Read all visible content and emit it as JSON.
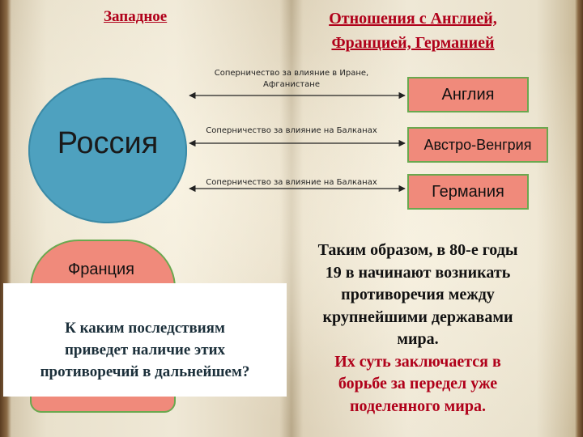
{
  "headings": {
    "left": "Западное",
    "right_line1": "Отношения с Англией,",
    "right_line2": "Францией, Германией"
  },
  "russia": {
    "label": "Россия"
  },
  "countries": [
    {
      "name": "Англия"
    },
    {
      "name": "Австро-Венгрия"
    },
    {
      "name": "Германия"
    }
  ],
  "relations": [
    {
      "line1": "Соперничество за влияние в Иране,",
      "line2": "Афганистане"
    },
    {
      "line1": "Соперничество за влияние  на Балканах"
    },
    {
      "line1": "Соперничество за влияние  на Балканах"
    }
  ],
  "france": {
    "label": "Франция"
  },
  "question": {
    "line1": "К  каким последствиям",
    "line2": "приведет наличие этих",
    "line3": "противоречий в дальнейшем?"
  },
  "conclusion": {
    "black_line1": "Таким образом, в 80-е годы",
    "black_line2": "19 в начинают возникать",
    "black_line3": "противоречия между",
    "black_line4": "крупнейшими державами",
    "black_line5": "мира.",
    "red_line1": "Их суть заключается в",
    "red_line2": "борьбе за передел уже",
    "red_line3": "поделенного мира."
  },
  "colors": {
    "heading": "#b0001a",
    "russia_fill": "#4ea1bf",
    "country_fill": "#f08a7b",
    "country_border": "#6aa84f"
  }
}
